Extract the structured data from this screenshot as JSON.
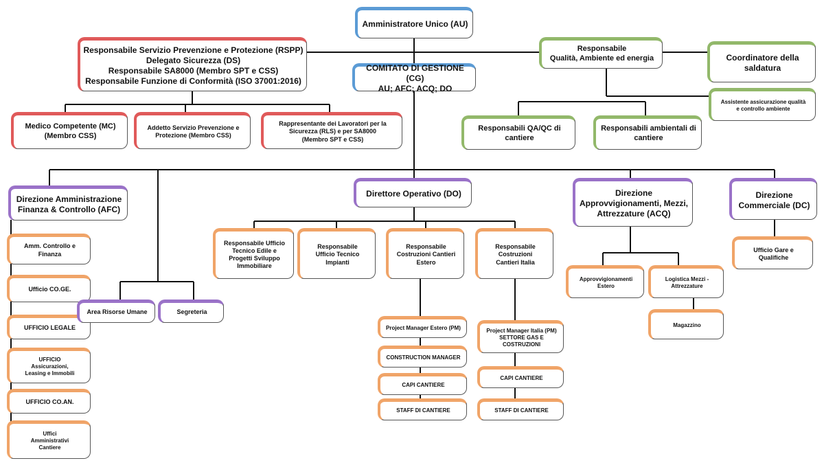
{
  "nodes": {
    "au": "Amministratore Unico (AU)",
    "rspp": "Responsabile Servizio Prevenzione e Protezione (RSPP)\nDelegato Sicurezza (DS)\nResponsabile SA8000 (Membro SPT e CSS)\nResponsabile Funzione di Conformità (ISO 37001:2016)",
    "cg": "COMITATO DI GESTIONE (CG)\nAU; AFC; ACQ; DO",
    "qae": "Responsabile\nQualità, Ambiente ed energia",
    "coord": "Coordinatore della\nsaldatura",
    "assistente": "Assistente assicurazione qualità\ne controllo ambiente",
    "mc": "Medico Competente (MC)\n(Membro CSS)",
    "addetto": "Addetto Servizio Prevenzione e\nProtezione (Membro CSS)",
    "rls": "Rappresentante dei Lavoratori per la\nSicurezza (RLS) e per SA8000\n(Membro SPT e CSS)",
    "qaqc": "Responsabili QA/QC di\ncantiere",
    "amb": "Responsabili ambientali di\ncantiere",
    "afc": "Direzione Amministrazione\nFinanza & Controllo (AFC)",
    "do": "Direttore Operativo (DO)",
    "acq": "Direzione\nApprovvigionamenti, Mezzi,\nAttrezzature (ACQ)",
    "dc": "Direzione\nCommerciale (DC)",
    "amm_ctrl": "Amm. Controllo e\nFinanza",
    "coge": "Ufficio CO.GE.",
    "legale": "UFFICIO LEGALE",
    "assic": "UFFICIO\nAssicurazioni,\nLeasing e Immobili",
    "coan": "UFFICIO CO.AN.",
    "uffici_amm": "Uffici\nAmministrativi\nCantiere",
    "risorse": "Area Risorse Umane",
    "segreteria": "Segreteria",
    "tec_edile": "Responsabile Ufficio\nTecnico Edile e\nProgetti Sviluppo\nImmobiliare",
    "tec_impianti": "Responsabile\nUfficio Tecnico\nImpianti",
    "costr_estero": "Responsabile\nCostruzioni Cantieri\nEstero",
    "costr_italia": "Responsabile\nCostruzioni\nCantieri Italia",
    "pm_estero": "Project Manager Estero (PM)",
    "construction_mgr": "CONSTRUCTION MANAGER",
    "capi_estero": "CAPI CANTIERE",
    "staff_estero": "STAFF DI CANTIERE",
    "pm_italia": "Project Manager Italia (PM)\nSETTORE GAS E\nCOSTRUZIONI",
    "capi_italia": "CAPI CANTIERE",
    "staff_italia": "STAFF DI CANTIERE",
    "appr_estero": "Approvvigionamenti\nEstero",
    "logistica": "Logistica Mezzi -\nAttrezzature",
    "magazzino": "Magazzino",
    "gare": "Ufficio Gare e\nQualifiche"
  },
  "colors": {
    "blue": "#5b9bd5",
    "red": "#e05a5a",
    "green": "#92b86a",
    "purple": "#9a72c8",
    "orange": "#f0a468",
    "connector": "#111111"
  }
}
